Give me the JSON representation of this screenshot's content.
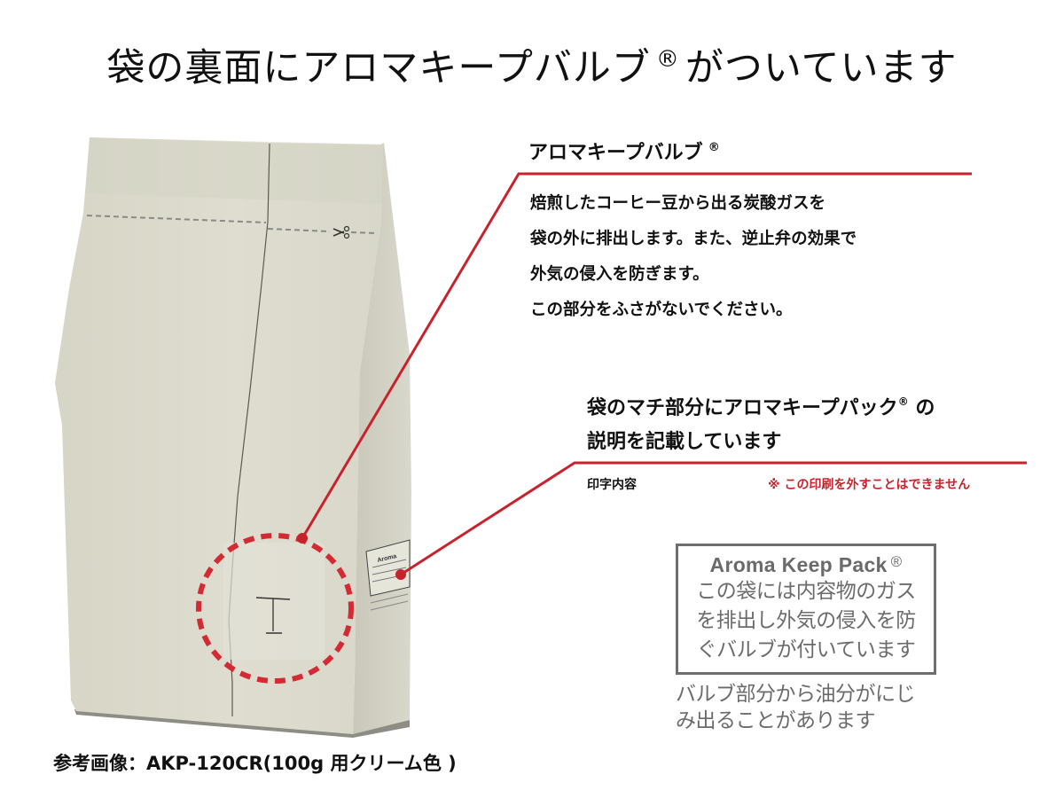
{
  "header": {
    "title_main": "袋の裏面にアロマキープバルブ",
    "title_reg": "®",
    "title_tail": "がついています"
  },
  "valve_section": {
    "heading": "アロマキープバルブ",
    "heading_reg": "®",
    "lines": [
      "焙煎したコーヒー豆から出る炭酸ガスを",
      "袋の外に排出します。また、逆止弁の効果で",
      "外気の侵入を防ぎます。",
      "この部分をふさがないでください。"
    ]
  },
  "gusset_section": {
    "heading_line1_pre": "袋のマチ部分にアロマキープパック",
    "heading_line1_reg": "®",
    "heading_line1_post": " の",
    "heading_line2": "説明を記載しています",
    "print_label": "印字内容",
    "warning": "※ この印刷を外すことはできません"
  },
  "print_box": {
    "title": "Aroma Keep Pack",
    "title_reg": "®",
    "lines": [
      "この袋には内容物のガス",
      "を排出し外気の侵入を防",
      "ぐバルブが付いています"
    ],
    "note_lines": [
      "バルブ部分から油分がにじ",
      "み出ることがあります"
    ]
  },
  "product_image": {
    "description": "AKP-120CR coffee bag (cream color) with valve",
    "bag_print_label": "Aroma",
    "bag_color": "#dcdbcd",
    "side_color": "#cfcec0"
  },
  "caption": {
    "text": "参考画像：AKP-120CR(100g 用クリーム色 )"
  },
  "colors": {
    "accent_red": "#c8232c",
    "text": "#111111",
    "gray_text": "#6b6b6b"
  }
}
